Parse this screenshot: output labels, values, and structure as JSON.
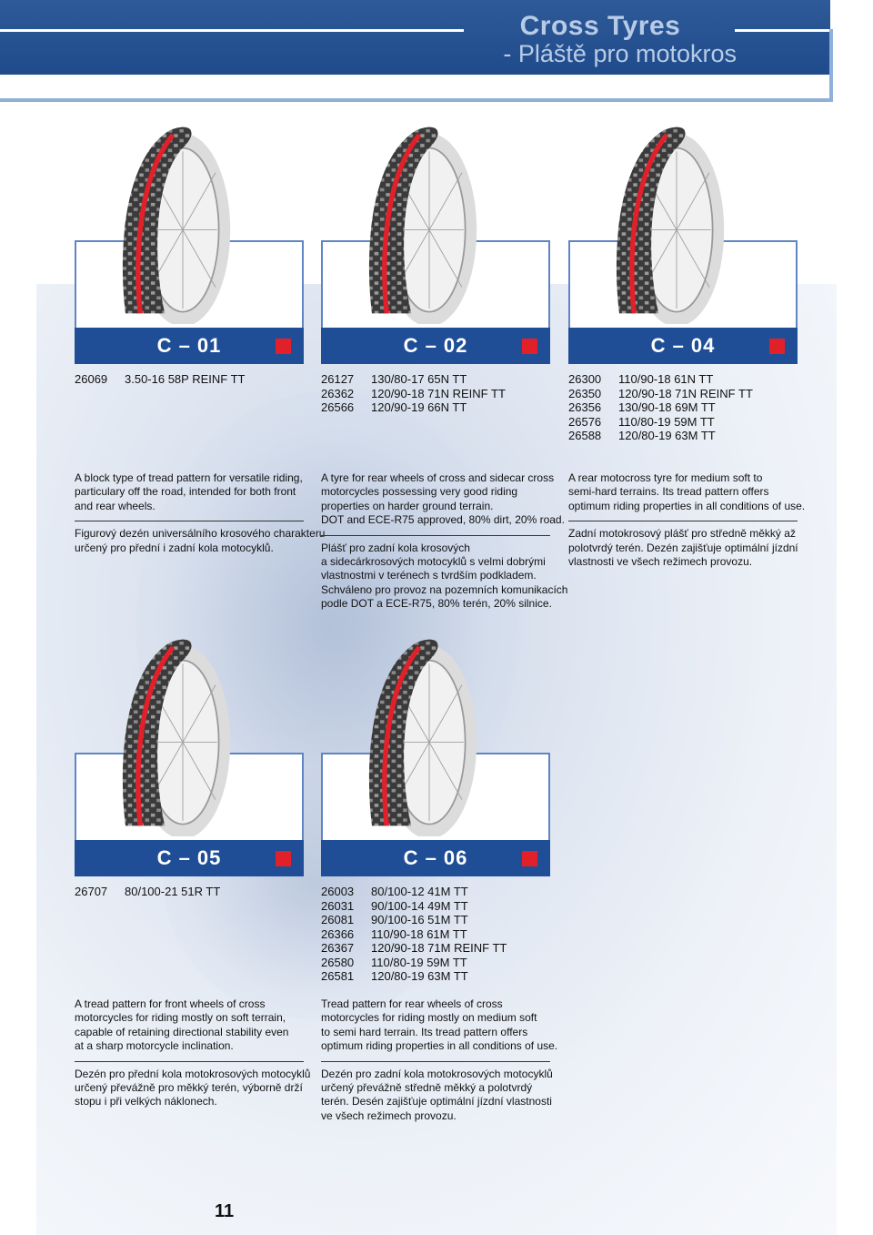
{
  "header": {
    "title": "Cross Tyres",
    "subtitle": "- Pláště pro motokros",
    "accent_color": "#1f4e97",
    "highlight_color": "#e2202a"
  },
  "products": [
    {
      "name": "C – 01",
      "sizes": [
        {
          "code": "26069",
          "size": "3.50-16 58P REINF TT"
        }
      ],
      "desc_en": [
        "A block type of tread pattern for versatile riding,",
        "particulary off the road, intended for both front",
        "and rear wheels."
      ],
      "desc_en_extra": [],
      "desc_cz": [
        "Figurový dezén universálního krosového charakteru",
        "určený pro přední i zadní kola motocyklů."
      ]
    },
    {
      "name": "C – 02",
      "sizes": [
        {
          "code": "26127",
          "size": "130/80-17 65N TT"
        },
        {
          "code": "26362",
          "size": "120/90-18 71N REINF TT"
        },
        {
          "code": "26566",
          "size": "120/90-19 66N TT"
        }
      ],
      "desc_en": [
        "A tyre for rear wheels of cross and sidecar cross",
        "motorcycles possessing very good riding",
        "properties on harder ground terrain.",
        "DOT and ECE-R75 approved, 80% dirt, 20% road."
      ],
      "desc_cz": [
        "Plášť pro zadní kola krosových",
        "a sidecárkrosových motocyklů s velmi dobrými",
        "vlastnostmi v terénech s tvrdším podkladem.",
        "Schváleno pro provoz na pozemních komunikacích",
        "podle DOT a ECE-R75, 80% terén, 20% silnice."
      ]
    },
    {
      "name": "C – 04",
      "sizes": [
        {
          "code": "26300",
          "size": "110/90-18 61N TT"
        },
        {
          "code": "26350",
          "size": "120/90-18 71N REINF TT"
        },
        {
          "code": "26356",
          "size": "130/90-18 69M TT"
        },
        {
          "code": "26576",
          "size": "110/80-19 59M TT"
        },
        {
          "code": "26588",
          "size": "120/80-19 63M TT"
        }
      ],
      "desc_en": [
        "A rear motocross tyre for medium soft to",
        "semi-hard terrains. Its tread pattern offers",
        "optimum riding properties in all conditions of use."
      ],
      "desc_cz": [
        "Zadní motokrosový plášť pro středně měkký až",
        "polotvrdý terén. Dezén zajišťuje optimální jízdní",
        "vlastnosti ve všech režimech provozu."
      ]
    },
    {
      "name": "C – 05",
      "sizes": [
        {
          "code": "26707",
          "size": "80/100-21 51R TT"
        }
      ],
      "desc_en": [
        "A tread pattern for front wheels of cross",
        "motorcycles for riding mostly on soft terrain,",
        "capable of retaining directional stability even",
        "at a sharp motorcycle inclination."
      ],
      "desc_cz": [
        "Dezén pro přední kola motokrosových motocyklů",
        "určený převážně pro měkký terén, výborně drží",
        "stopu i při velkých náklonech."
      ]
    },
    {
      "name": "C – 06",
      "sizes": [
        {
          "code": "26003",
          "size": "80/100-12 41M TT"
        },
        {
          "code": "26031",
          "size": "90/100-14 49M TT"
        },
        {
          "code": "26081",
          "size": "90/100-16 51M TT"
        },
        {
          "code": "26366",
          "size": "110/90-18 61M TT"
        },
        {
          "code": "26367",
          "size": "120/90-18 71M REINF TT"
        },
        {
          "code": "26580",
          "size": "110/80-19 59M TT"
        },
        {
          "code": "26581",
          "size": "120/80-19 63M TT"
        }
      ],
      "desc_en": [
        "Tread pattern for rear wheels of cross",
        "motorcycles for riding mostly on medium soft",
        "to semi hard terrain. Its tread pattern offers",
        "optimum riding properties in all conditions of use."
      ],
      "desc_cz": [
        "Dezén pro zadní kola motokrosových motocyklů",
        "určený převážně středně měkký a polotvrdý",
        "terén. Desén zajišťuje optimální jízdní vlastnosti",
        "ve všech režimech provozu."
      ]
    }
  ],
  "page_number": "11"
}
